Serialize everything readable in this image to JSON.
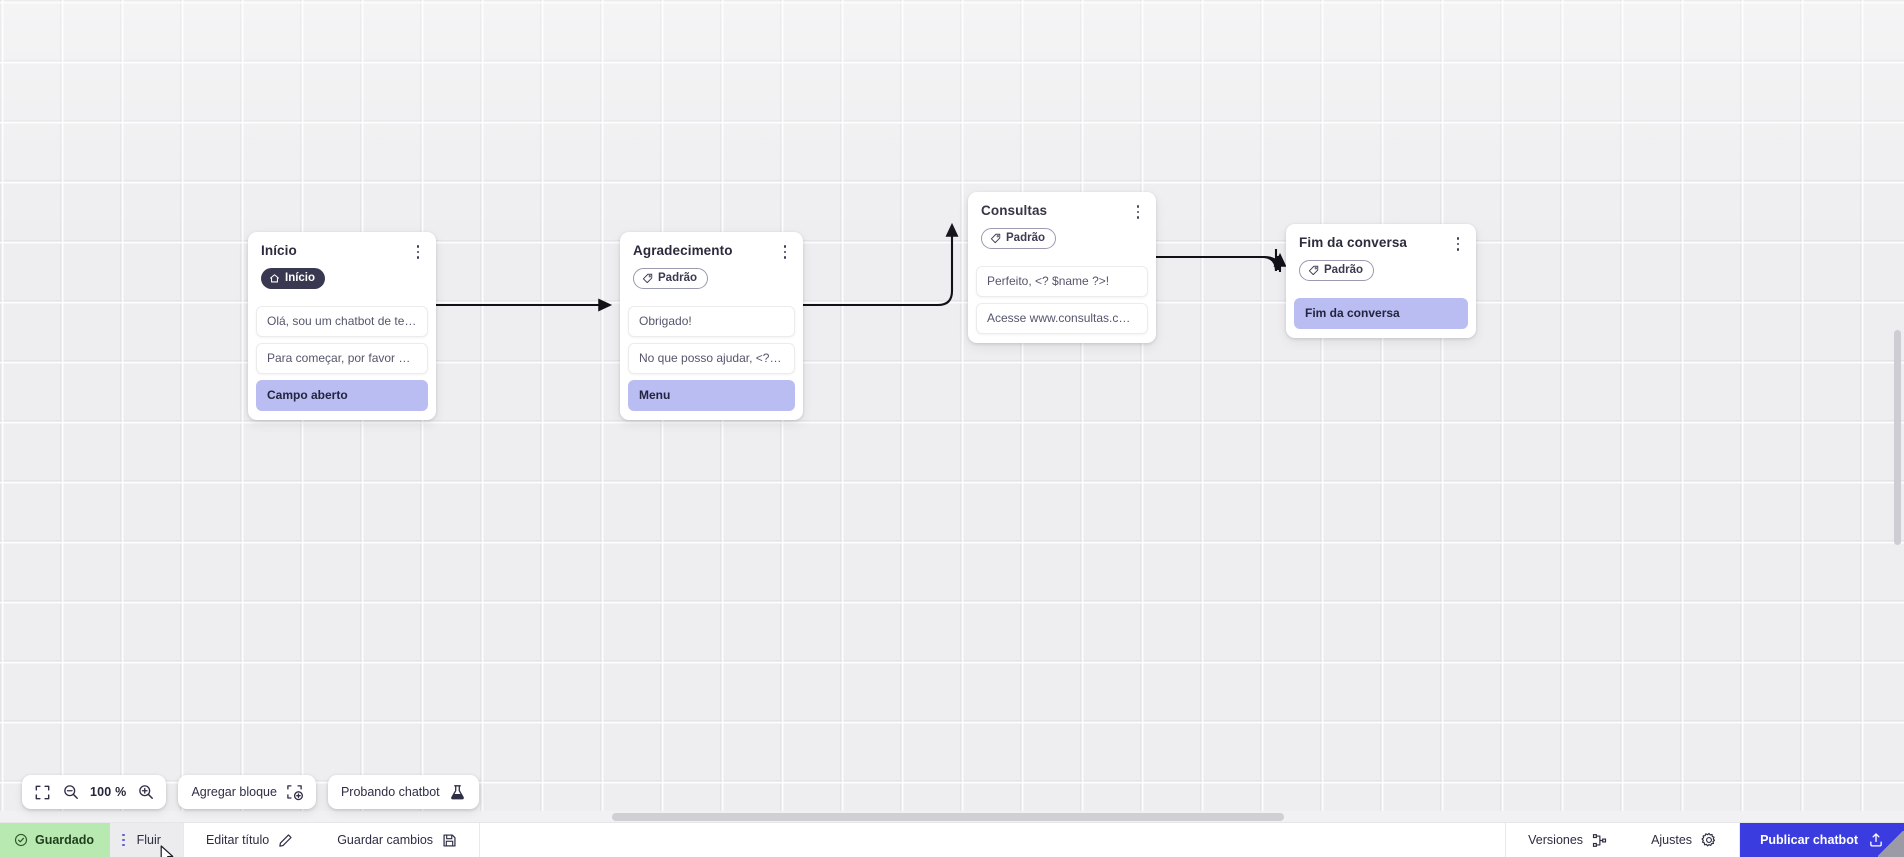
{
  "canvas": {
    "zoom_level": "100 %",
    "grid": "dotted-grid"
  },
  "nodes": [
    {
      "id": "inicio",
      "title": "Início",
      "badge": {
        "label": "Início",
        "icon": "home-icon",
        "style": "dark"
      },
      "rows": [
        {
          "text": "Olá, sou um chatbot de teste!",
          "accent": false
        },
        {
          "text": "Para começar, por favor digite o ...",
          "accent": false
        },
        {
          "text": "Campo aberto",
          "accent": true
        }
      ]
    },
    {
      "id": "agradecimento",
      "title": "Agradecimento",
      "badge": {
        "label": "Padrão",
        "icon": "tag-icon",
        "style": "outline"
      },
      "rows": [
        {
          "text": "Obrigado!",
          "accent": false
        },
        {
          "text": "No que posso ajudar, <? $name ...",
          "accent": false
        },
        {
          "text": "Menu",
          "accent": true
        }
      ]
    },
    {
      "id": "consultas",
      "title": "Consultas",
      "badge": {
        "label": "Padrão",
        "icon": "tag-icon",
        "style": "outline"
      },
      "rows": [
        {
          "text": "Perfeito, <? $name ?>!",
          "accent": false
        },
        {
          "text": "Acesse www.consultas.com par...",
          "accent": false
        }
      ]
    },
    {
      "id": "fim-da-conversa",
      "title": "Fim da conversa",
      "badge": {
        "label": "Padrão",
        "icon": "tag-icon",
        "style": "outline"
      },
      "rows": [
        {
          "text": "Fim da conversa",
          "accent": true
        }
      ]
    }
  ],
  "toolbar": {
    "fit_icon": "fit-screen-icon",
    "zoom_out_icon": "zoom-out-icon",
    "zoom_value": "100 %",
    "zoom_in_icon": "zoom-in-icon",
    "add_block_label": "Agregar bloque",
    "add_block_icon": "add-block-icon",
    "test_chatbot_label": "Probando chatbot",
    "test_chatbot_icon": "flask-icon"
  },
  "bottombar": {
    "saved_label": "Guardado",
    "saved_icon": "check-circle-icon",
    "saved_color": "#b8e9b0",
    "flow_tab_label": "Fluir",
    "flow_tab_dots_icon": "drag-dots-icon",
    "edit_title_label": "Editar título",
    "edit_title_icon": "pencil-icon",
    "save_changes_label": "Guardar cambios",
    "save_changes_icon": "save-disk-icon",
    "versions_label": "Versiones",
    "versions_icon": "branch-icon",
    "settings_label": "Ajustes",
    "settings_icon": "gear-icon",
    "publish_label": "Publicar chatbot",
    "publish_icon": "upload-icon",
    "publish_color": "#3a3ce0"
  },
  "colors": {
    "accent_row": "#b9bdf2",
    "badge_dark": "#383850",
    "canvas_bg": "#eeeef0",
    "edge_stroke": "#111118"
  }
}
